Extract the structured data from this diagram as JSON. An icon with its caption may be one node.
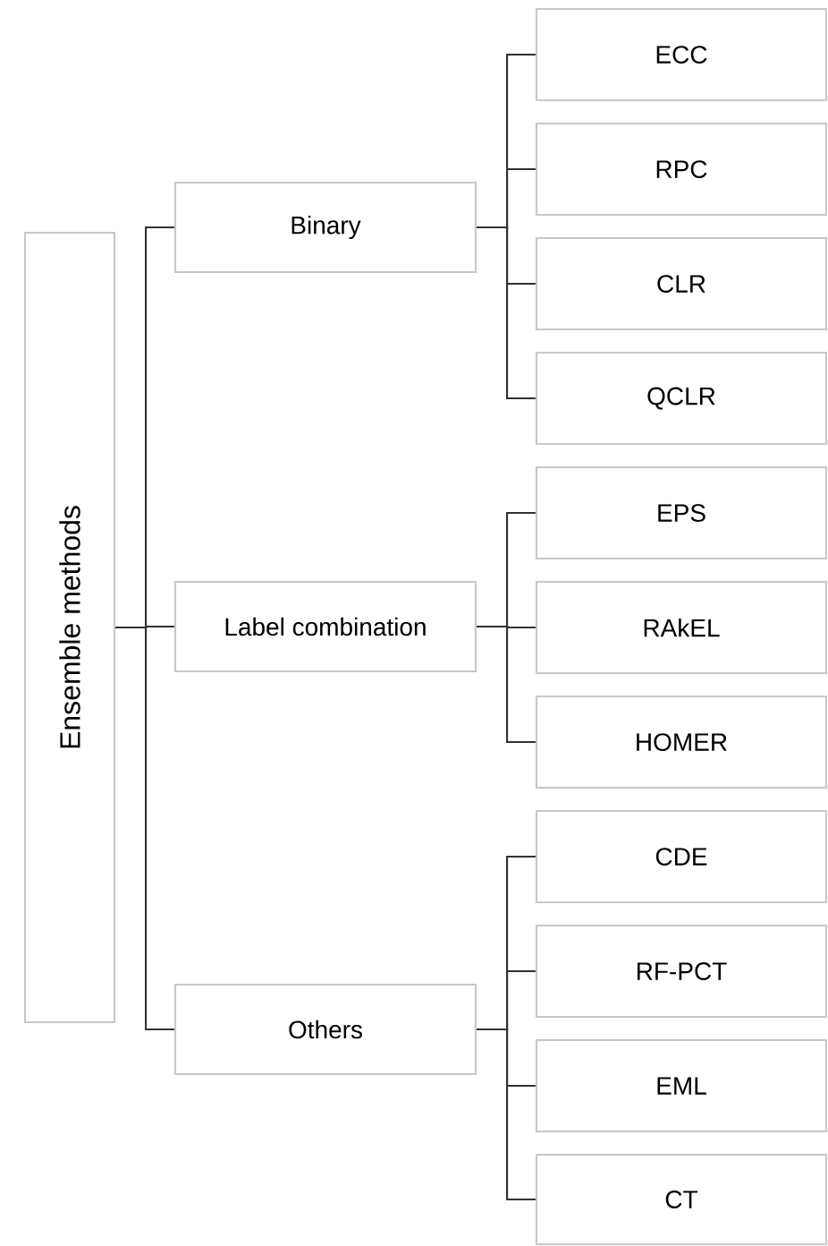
{
  "diagram": {
    "nodes": [
      {
        "text": [
          "Ensemble methods"
        ]
      },
      {
        "text": [
          "Binary"
        ]
      },
      {
        "text": [
          "Label combination"
        ]
      },
      {
        "text": [
          "Others"
        ]
      },
      {
        "text": [
          "ECC"
        ]
      },
      {
        "text": [
          "RPC"
        ]
      },
      {
        "text": [
          "CLR"
        ]
      },
      {
        "text": [
          "QCLR"
        ]
      },
      {
        "text": [
          "EPS"
        ]
      },
      {
        "text": [
          "RAkEL"
        ]
      },
      {
        "text": [
          "HOMER"
        ]
      },
      {
        "text": [
          "CDE"
        ]
      },
      {
        "text": [
          "RF-PCT"
        ]
      },
      {
        "text": [
          "EML"
        ]
      },
      {
        "text": [
          "CT"
        ]
      }
    ],
    "edges": [
      {
        "from": 0,
        "to": 1,
        "arrow": "none"
      },
      {
        "from": 0,
        "to": 2,
        "arrow": "none"
      },
      {
        "from": 0,
        "to": 3,
        "arrow": "none"
      },
      {
        "from": 1,
        "to": 4,
        "arrow": "none"
      },
      {
        "from": 1,
        "to": 5,
        "arrow": "none"
      },
      {
        "from": 1,
        "to": 6,
        "arrow": "none"
      },
      {
        "from": 1,
        "to": 7,
        "arrow": "none"
      },
      {
        "from": 2,
        "to": 8,
        "arrow": "none"
      },
      {
        "from": 2,
        "to": 9,
        "arrow": "none"
      },
      {
        "from": 2,
        "to": 10,
        "arrow": "none"
      },
      {
        "from": 3,
        "to": 11,
        "arrow": "none"
      },
      {
        "from": 3,
        "to": 12,
        "arrow": "none"
      },
      {
        "from": 3,
        "to": 13,
        "arrow": "none"
      },
      {
        "from": 3,
        "to": 14,
        "arrow": "none"
      }
    ]
  }
}
